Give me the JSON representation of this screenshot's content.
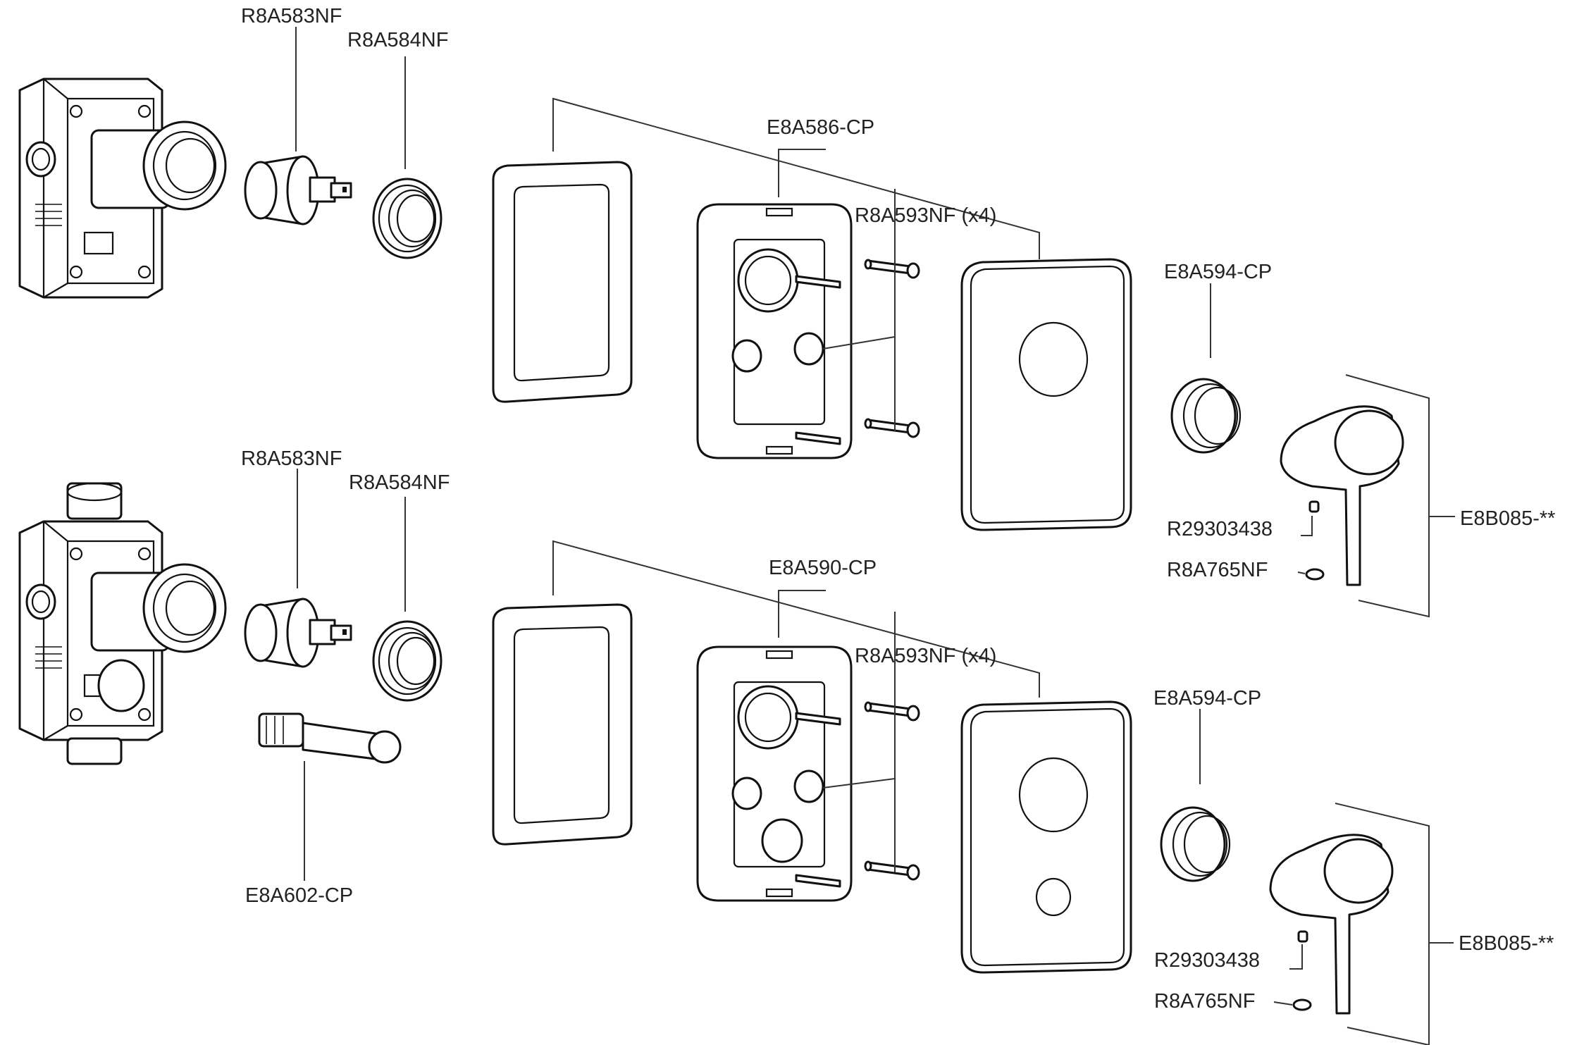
{
  "colors": {
    "background": "#ffffff",
    "line": "#111111",
    "text": "#222222"
  },
  "top_assembly": {
    "cartridge": "R8A583NF",
    "nut": "R8A584NF",
    "backplate_kit": "E8A586-CP",
    "screws": "R8A593NF (x4)",
    "flange": "E8A594-CP",
    "handle": "E8B085-**",
    "grub_screw": "R29303438",
    "cap": "R8A765NF"
  },
  "bottom_assembly": {
    "cartridge": "R8A583NF",
    "nut": "R8A584NF",
    "diverter": "E8A602-CP",
    "backplate_kit": "E8A590-CP",
    "screws": "R8A593NF (x4)",
    "flange": "E8A594-CP",
    "handle": "E8B085-**",
    "grub_screw": "R29303438",
    "cap": "R8A765NF"
  }
}
